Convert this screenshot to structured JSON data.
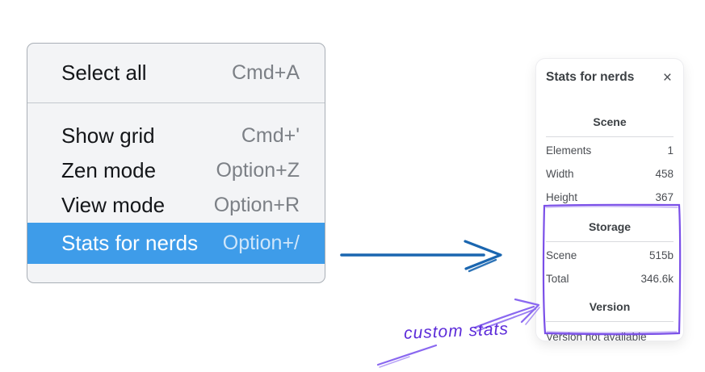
{
  "menu": {
    "sections": [
      {
        "items": [
          {
            "label": "Select all",
            "shortcut": "Cmd+A"
          }
        ]
      },
      {
        "items": [
          {
            "label": "Show grid",
            "shortcut": "Cmd+'"
          },
          {
            "label": "Zen mode",
            "shortcut": "Option+Z"
          },
          {
            "label": "View mode",
            "shortcut": "Option+R"
          },
          {
            "label": "Stats for nerds",
            "shortcut": "Option+/",
            "highlighted": true
          }
        ]
      }
    ]
  },
  "stats_panel": {
    "title": "Stats for nerds",
    "close_glyph": "×",
    "scene": {
      "header": "Scene",
      "rows": [
        {
          "label": "Elements",
          "value": "1"
        },
        {
          "label": "Width",
          "value": "458"
        },
        {
          "label": "Height",
          "value": "367"
        }
      ]
    },
    "storage": {
      "header": "Storage",
      "rows": [
        {
          "label": "Scene",
          "value": "515b"
        },
        {
          "label": "Total",
          "value": "346.6k"
        }
      ]
    },
    "version": {
      "header": "Version",
      "note": "Version not available"
    }
  },
  "annotation": {
    "label": "custom stats"
  },
  "colors": {
    "menu_highlight": "#3e9ce9",
    "arrow_blue": "#1a66b0",
    "annotation_purple": "#7a4fe8",
    "annotation_arrow": "#8a68f0",
    "annotation_text": "#5c2bd9"
  }
}
